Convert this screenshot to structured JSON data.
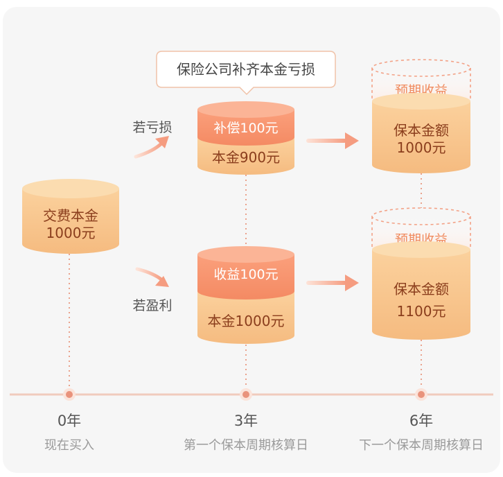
{
  "callout": {
    "text": "保险公司补齐本金亏损"
  },
  "start": {
    "line1": "交费本金",
    "line2": "1000元"
  },
  "loss": {
    "scenario": "若亏损",
    "top_label": "补偿100元",
    "bottom_label": "本金900元"
  },
  "profit": {
    "scenario": "若盈利",
    "top_label": "收益100元",
    "bottom_label": "本金1000元"
  },
  "result_loss": {
    "dashed_label": "预期收益",
    "line1": "保本金额",
    "line2": "1000元"
  },
  "result_profit": {
    "dashed_label": "预期收益",
    "line1": "保本金额",
    "line2": "1100元"
  },
  "timeline": [
    {
      "year": "0年",
      "desc": "现在买入"
    },
    {
      "year": "3年",
      "desc": "第一个保本周期核算日"
    },
    {
      "year": "6年",
      "desc": "下一个保本周期核算日"
    }
  ],
  "colors": {
    "cylinder_body": "#f9c98d",
    "cylinder_top": "#fbdcb0",
    "accent_orange": "#f58a63",
    "arrow": "#f5a28a",
    "timeline": "#efc5b8",
    "dot": "#e9937c"
  }
}
